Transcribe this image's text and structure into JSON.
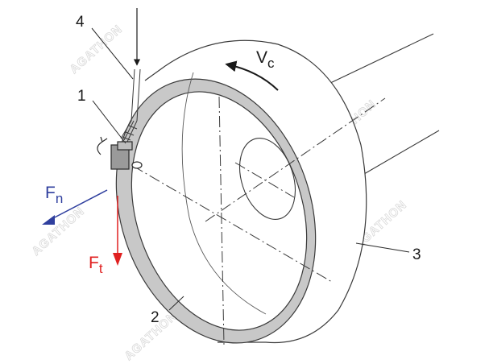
{
  "labels": {
    "part_4": "4",
    "part_1": "1",
    "part_2": "2",
    "part_3": "3",
    "cutting_speed": {
      "main": "V",
      "sub": "c"
    },
    "normal_force": {
      "main": "F",
      "sub": "n"
    },
    "tangential_force": {
      "main": "F",
      "sub": "t"
    }
  },
  "watermark": "AGATHON",
  "colors": {
    "line": "#3a3a3a",
    "ring_fill": "#c8c8c8",
    "sensor_fill": "#9a9a9a",
    "normal_force": "#2f3f9e",
    "tangential_force": "#e02020",
    "watermark": "#d9d9d9"
  }
}
